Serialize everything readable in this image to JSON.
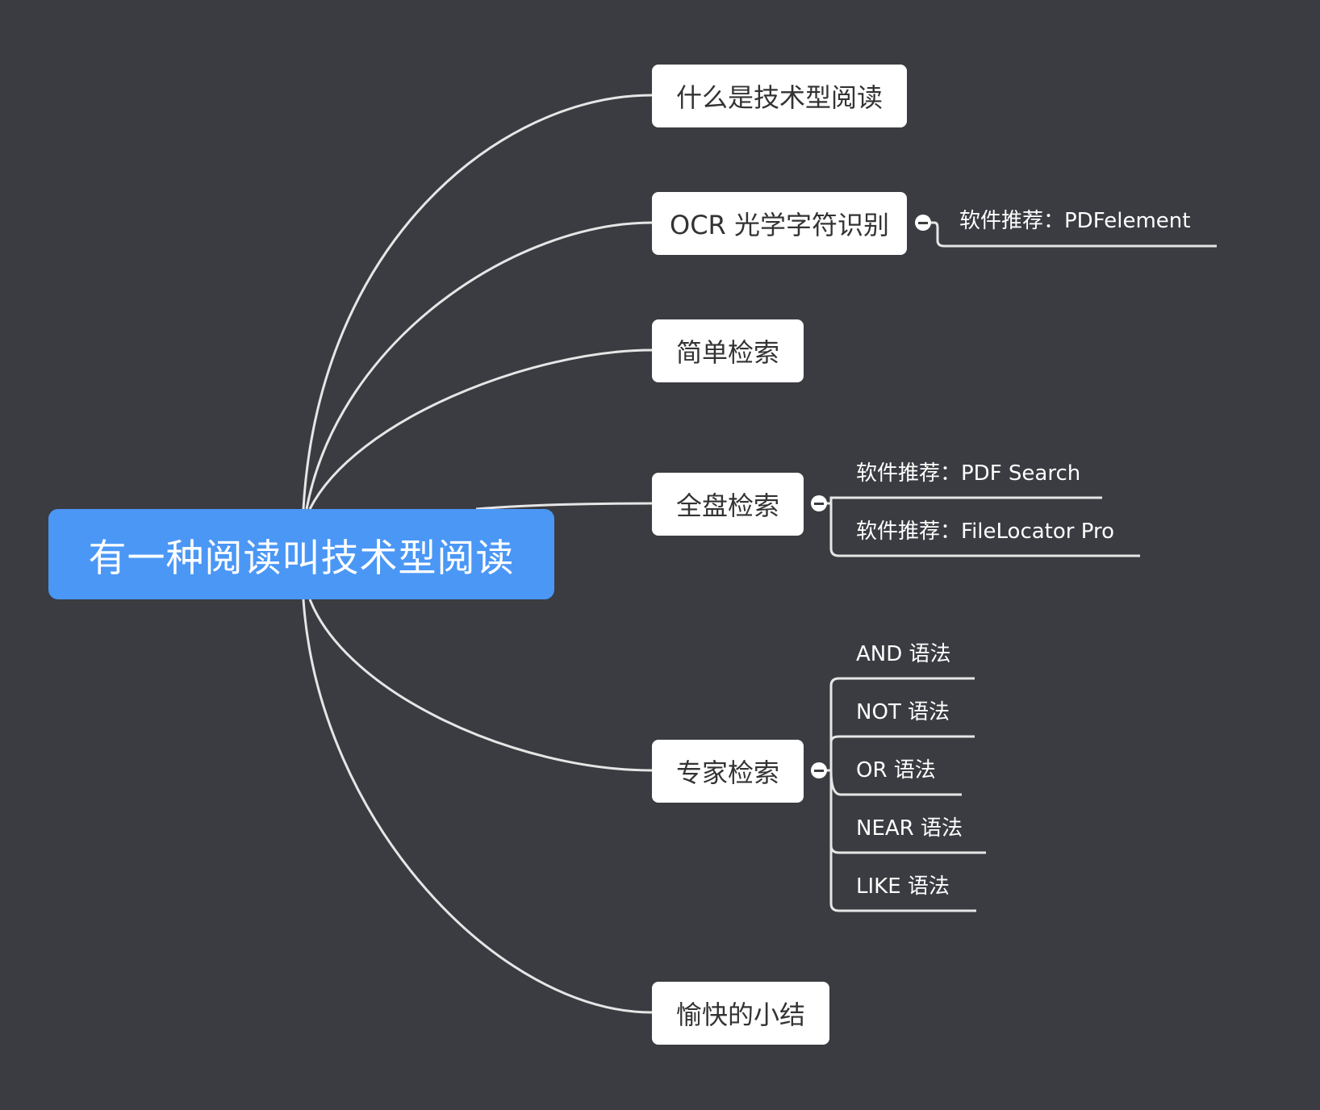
{
  "root": {
    "label": "有一种阅读叫技术型阅读"
  },
  "topics": [
    {
      "label": "什么是技术型阅读",
      "children": []
    },
    {
      "label": "OCR 光学字符识别",
      "children": [
        "软件推荐：PDFelement"
      ]
    },
    {
      "label": "简单检索",
      "children": []
    },
    {
      "label": "全盘检索",
      "children": [
        "软件推荐：PDF Search",
        "软件推荐：FileLocator Pro"
      ]
    },
    {
      "label": "专家检索",
      "children": [
        "AND 语法",
        "NOT 语法",
        "OR 语法",
        "NEAR 语法",
        "LIKE 语法"
      ]
    },
    {
      "label": "愉快的小结",
      "children": []
    }
  ],
  "colors": {
    "background": "#3a3c41",
    "root_fill": "#4b97f6",
    "topic_fill": "#ffffff",
    "line": "#e6e6e6"
  },
  "icons": {
    "collapse": "minus-circle-icon"
  }
}
